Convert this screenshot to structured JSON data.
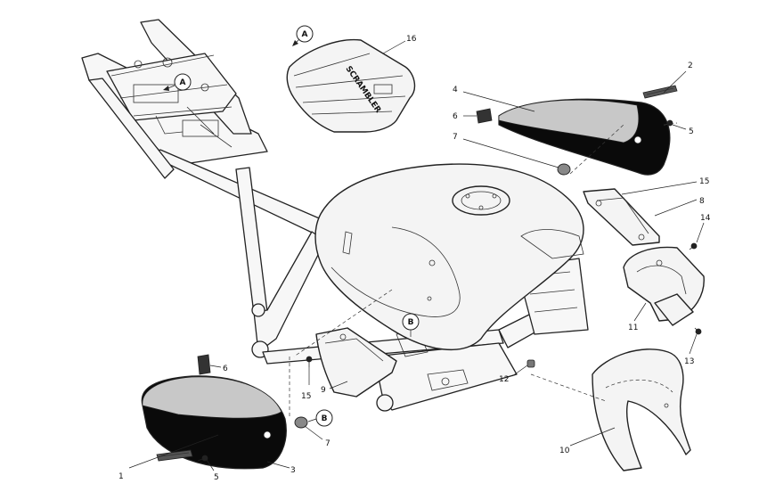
{
  "callouts": [
    {
      "id": "c1",
      "text": "1"
    },
    {
      "id": "c2",
      "text": "2"
    },
    {
      "id": "c3",
      "text": "3"
    },
    {
      "id": "c4",
      "text": "4"
    },
    {
      "id": "c5a",
      "text": "5"
    },
    {
      "id": "c5b",
      "text": "5"
    },
    {
      "id": "c6a",
      "text": "6"
    },
    {
      "id": "c6b",
      "text": "6"
    },
    {
      "id": "c7a",
      "text": "7"
    },
    {
      "id": "c7b",
      "text": "7"
    },
    {
      "id": "c8",
      "text": "8"
    },
    {
      "id": "c9",
      "text": "9"
    },
    {
      "id": "c10",
      "text": "10"
    },
    {
      "id": "c11",
      "text": "11"
    },
    {
      "id": "c12",
      "text": "12"
    },
    {
      "id": "c13",
      "text": "13"
    },
    {
      "id": "c14",
      "text": "14"
    },
    {
      "id": "c15a",
      "text": "15"
    },
    {
      "id": "c15b",
      "text": "15"
    },
    {
      "id": "c16",
      "text": "16"
    }
  ],
  "references": {
    "a1": "A",
    "a2": "A",
    "b1": "B",
    "b2": "B"
  },
  "seat_badge": "SCRAMBLER",
  "colors": {
    "line": "#222222",
    "panel_light": "#c8c8c8",
    "panel_dark": "#0a0a0a",
    "paper": "#ffffff"
  }
}
